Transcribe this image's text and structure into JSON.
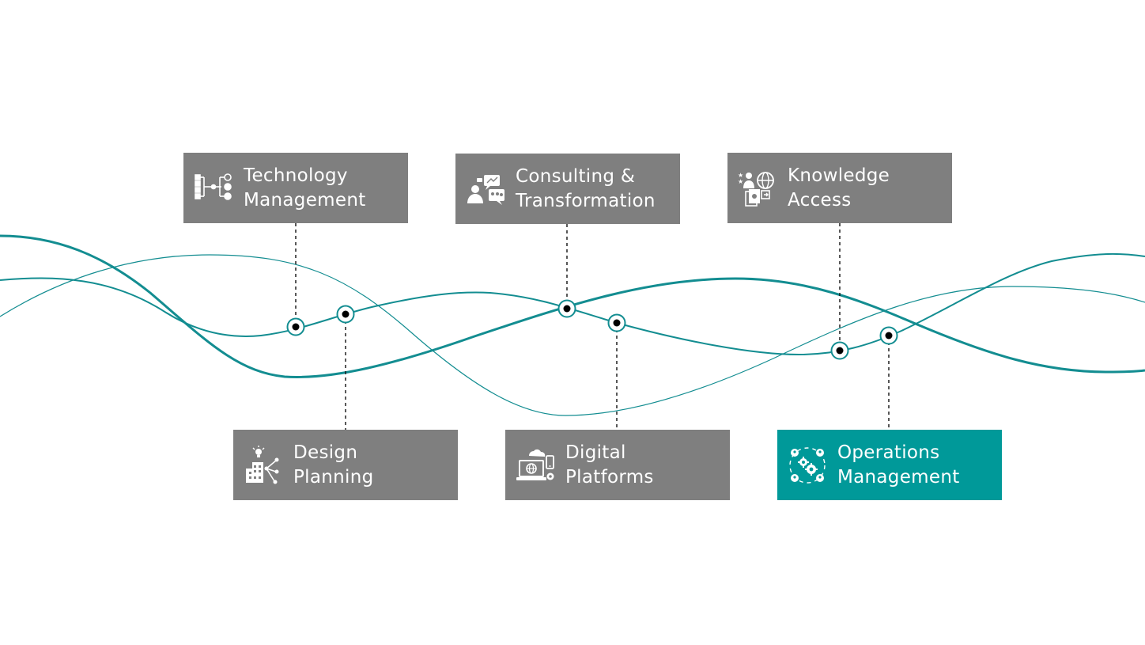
{
  "colors": {
    "card_default": "#7f7f7f",
    "card_active": "#009999",
    "wave": "#138d91",
    "connector": "#111111",
    "node_ring": "#138d91",
    "node_dot": "#000000"
  },
  "cards": [
    {
      "id": "technology-management",
      "line1": "Technology",
      "line2": "Management",
      "icon": "hierarchy-network-icon",
      "active": false
    },
    {
      "id": "consulting-transformation",
      "line1": "Consulting &",
      "line2": "Transformation",
      "icon": "people-chat-icon",
      "active": false
    },
    {
      "id": "knowledge-access",
      "line1": "Knowledge",
      "line2": "Access",
      "icon": "expert-globe-documents-icon",
      "active": false
    },
    {
      "id": "design-planning",
      "line1": "Design",
      "line2": "Planning",
      "icon": "building-lightbulb-icon",
      "active": false
    },
    {
      "id": "digital-platforms",
      "line1": "Digital",
      "line2": "Platforms",
      "icon": "laptop-cloud-devices-icon",
      "active": false
    },
    {
      "id": "operations-management",
      "line1": "Operations",
      "line2": "Management",
      "icon": "gears-people-cycle-icon",
      "active": true
    }
  ]
}
